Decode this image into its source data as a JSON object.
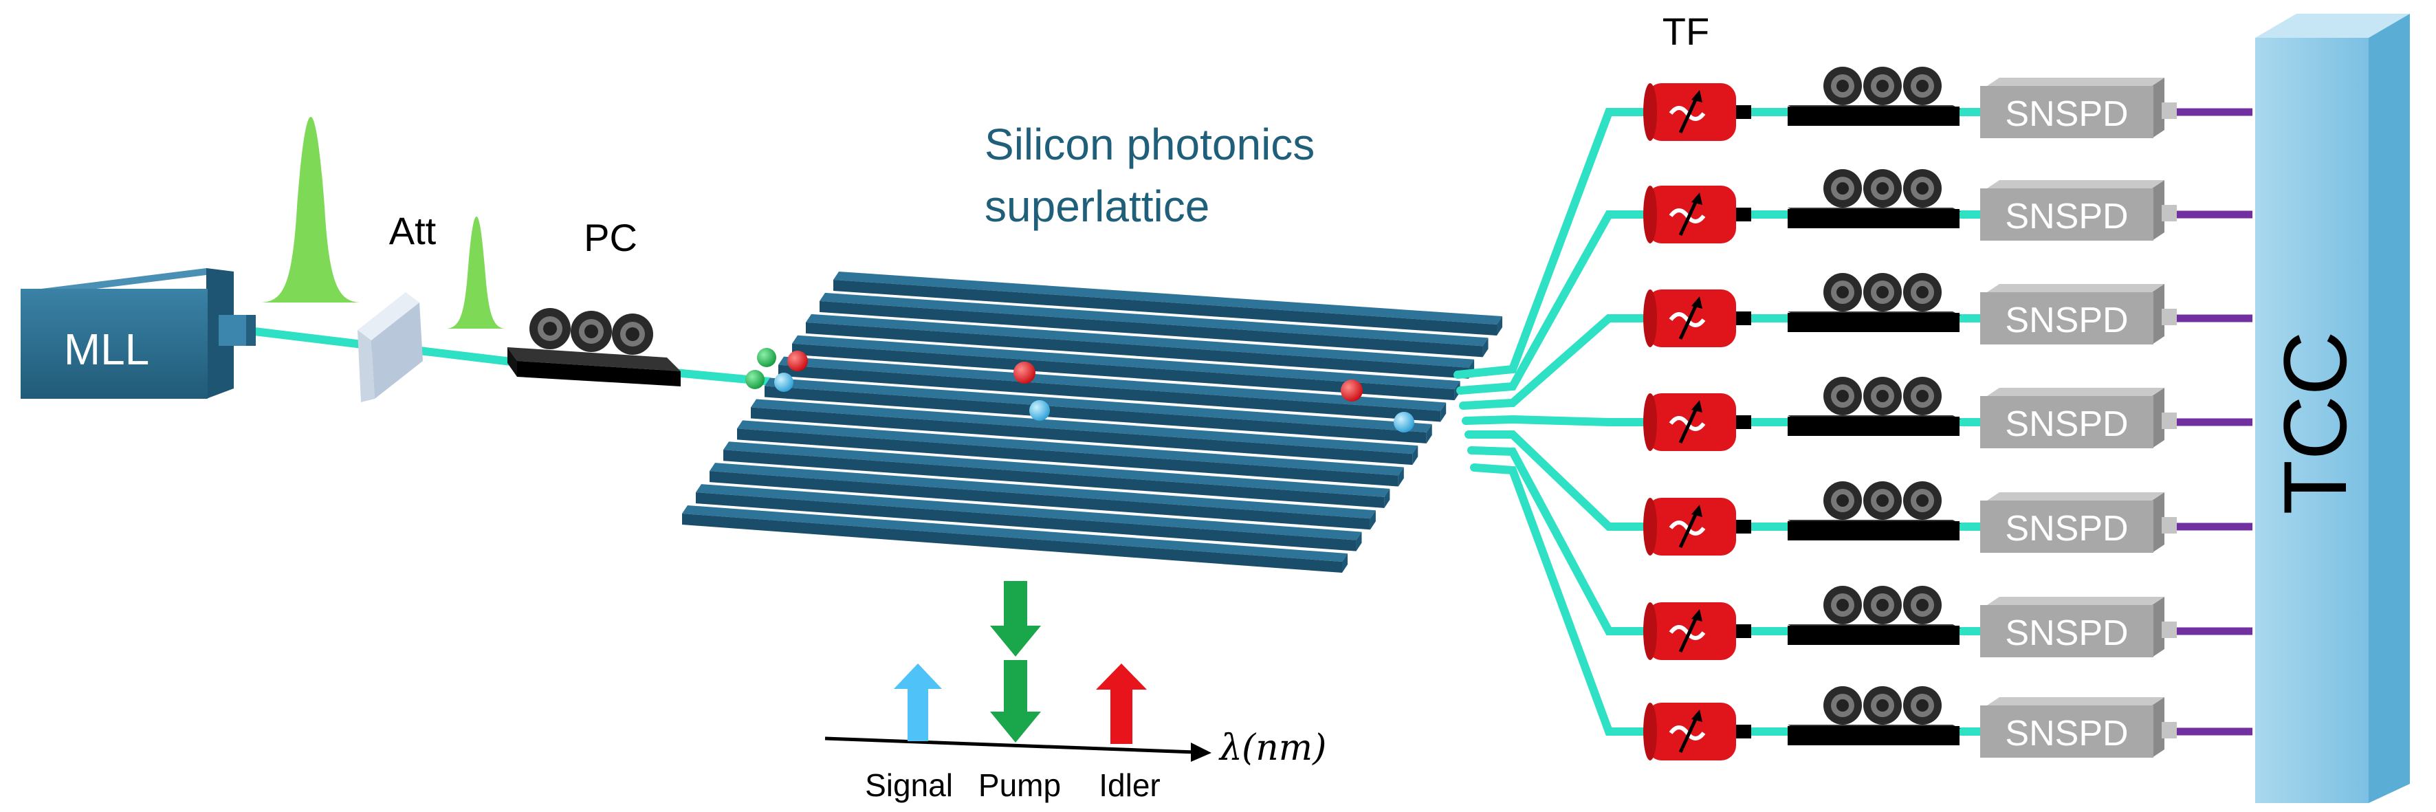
{
  "labels": {
    "mll": "MLL",
    "att": "Att",
    "pc": "PC",
    "tf": "TF",
    "tcc": "TCC",
    "title_line1": "Silicon photonics",
    "title_line2": "superlattice",
    "snspd": "SNSPD",
    "signal": "Signal",
    "pump": "Pump",
    "idler": "Idler",
    "axis_lambda": "λ",
    "axis_unit": "(nm)"
  },
  "colors": {
    "fiber": "#2ee0c4",
    "waveguide_top": "#2d7498",
    "waveguide_side": "#1a4d6a",
    "laser_box": "#2b6f90",
    "filter_red": "#e0151b",
    "snspd_gray": "#a8a8a8",
    "tcc_blue": "#8cc8e6",
    "purple_wire": "#7030a0",
    "pulse_green": "#7ed957",
    "signal_blue": "#4fc3f7",
    "pump_green": "#1aa64b",
    "idler_red": "#e8141b"
  },
  "icons": {
    "filter": "tunable-filter-arrow-icon",
    "polarization_controller": "paddles-icon"
  },
  "channel_count": 7
}
